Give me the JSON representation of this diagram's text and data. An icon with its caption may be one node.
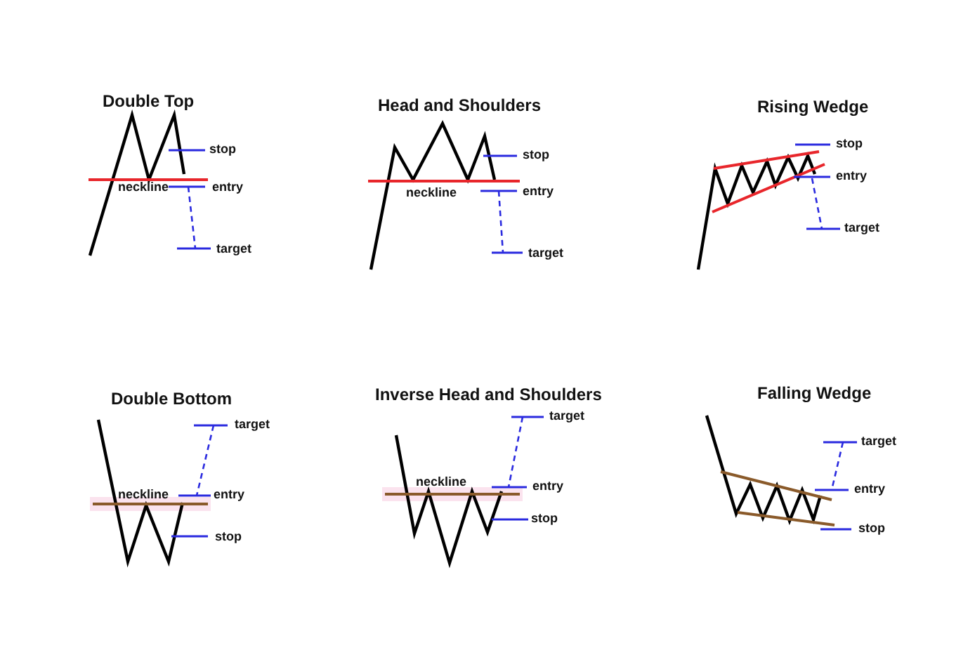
{
  "diagram": {
    "labels": [
      "Double Top",
      "stop",
      "neckline",
      "entry",
      "target",
      "Head and Shoulders",
      "stop",
      "neckline",
      "entry",
      "target",
      "Rising Wedge",
      "stop",
      "entry",
      "target",
      "Double Bottom",
      "target",
      "neckline",
      "entry",
      "stop",
      "Inverse Head and Shoulders",
      "target",
      "neckline",
      "entry",
      "stop",
      "Falling Wedge",
      "target",
      "entry",
      "stop"
    ]
  }
}
